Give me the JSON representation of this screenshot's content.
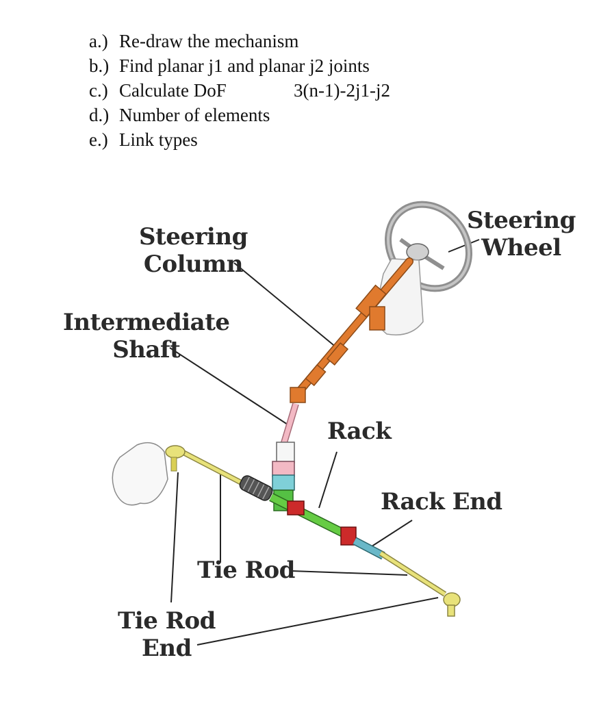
{
  "questions": [
    {
      "letter": "a.)",
      "text": "Re-draw the mechanism"
    },
    {
      "letter": "b.)",
      "text": "Find planar j1 and planar j2 joints"
    },
    {
      "letter": "c.)",
      "text": "Calculate DoF"
    },
    {
      "letter": "d.)",
      "text": "Number of elements"
    },
    {
      "letter": "e.)",
      "text": "Link types"
    }
  ],
  "formula": "3(n-1)-2j1-j2",
  "labels": {
    "steering_wheel_line1": "Steering",
    "steering_wheel_line2": "Wheel",
    "steering_column_line1": "Steering",
    "steering_column_line2": "Column",
    "intermediate_shaft_line1": "Intermediate",
    "intermediate_shaft_line2": "Shaft",
    "rack": "Rack",
    "rack_end": "Rack End",
    "tie_rod": "Tie Rod",
    "tie_rod_end_line1": "Tie Rod",
    "tie_rod_end_line2": "End"
  },
  "colors": {
    "column": "#e07a2e",
    "shaft_joint": "#f3b9c4",
    "gear_housing": "#7fd0d8",
    "rack": "#66cc44",
    "rack_end": "#6ab8c8",
    "tie_rod": "#e8e27a",
    "clamp": "#cc2a2a",
    "wheel": "#9a9a9a"
  }
}
